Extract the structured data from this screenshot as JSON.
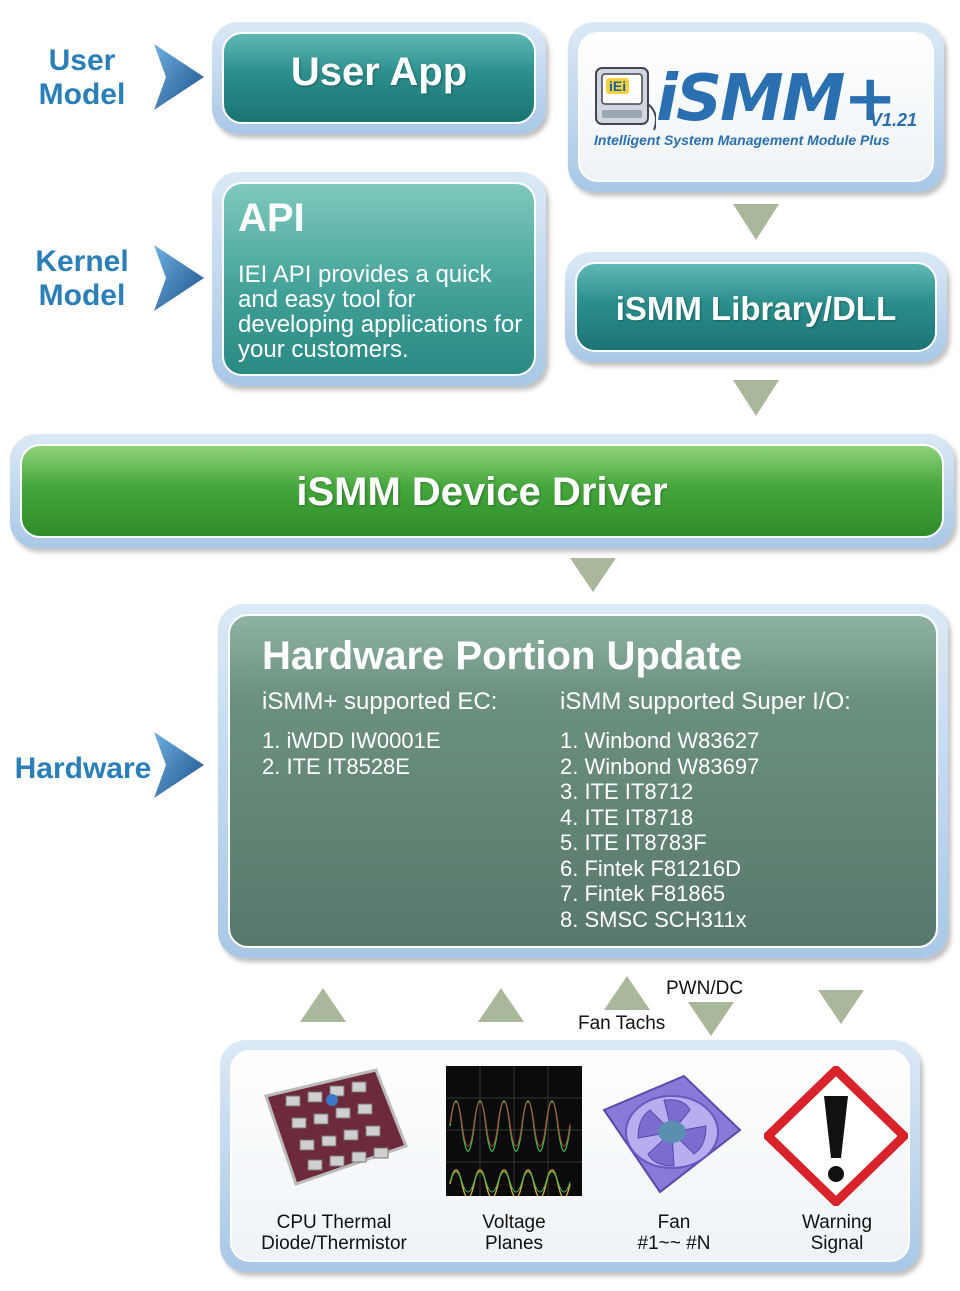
{
  "side_labels": {
    "user_model": [
      "User",
      "Model"
    ],
    "kernel_model": [
      "Kernel",
      "Model"
    ],
    "hardware": "Hardware"
  },
  "user_app": {
    "title": "User App"
  },
  "ismm_logo": {
    "brand": "iSMM+",
    "badge": "iEi",
    "version": "V1.21",
    "subtitle": "Intelligent System Management Module Plus"
  },
  "api": {
    "title": "API",
    "description": "IEI API provides a quick and easy tool for developing applications for your customers."
  },
  "library": {
    "title": "iSMM Library/DLL"
  },
  "driver": {
    "title": "iSMM Device Driver"
  },
  "hardware_update": {
    "title": "Hardware Portion Update",
    "ec": {
      "heading": "iSMM+ supported EC:",
      "items": [
        "1. iWDD IW0001E",
        "2. ITE IT8528E"
      ]
    },
    "superio": {
      "heading": "iSMM supported Super I/O:",
      "items": [
        "1. Winbond W83627",
        "2. Winbond W83697",
        "3. ITE IT8712",
        "4. ITE IT8718",
        "5. ITE IT8783F",
        "6. Fintek F81216D",
        "7. Fintek F81865",
        "8. SMSC SCH311x"
      ]
    }
  },
  "signals": {
    "pwm_dc": "PWN/DC",
    "fan_tachs": "Fan Tachs"
  },
  "devices": [
    {
      "line1": "CPU Thermal",
      "line2": "Diode/Thermistor"
    },
    {
      "line1": "Voltage",
      "line2": "Planes"
    },
    {
      "line1": "Fan",
      "line2": "#1~~ #N"
    },
    {
      "line1": "Warning",
      "line2": "Signal"
    }
  ],
  "colors": {
    "label_blue": "#2a7fb8",
    "teal": "#2b8f8c",
    "green": "#45a73c",
    "slate": "#6c907f",
    "arrow_sage": "#a9b79a",
    "warning_red": "#d8232a"
  }
}
